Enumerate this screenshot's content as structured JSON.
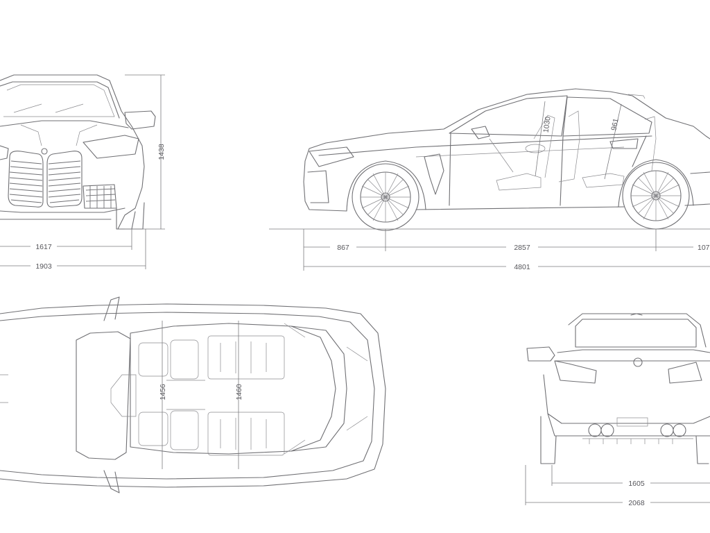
{
  "dimensions": {
    "front_track": "1617",
    "front_width": "1903",
    "height": "1438",
    "front_overhang": "867",
    "wheelbase": "2857",
    "rear_overhang": "107",
    "length": "4801",
    "front_cabin_height": "1030",
    "rear_cabin_height": "961",
    "front_shoulder_width": "1456",
    "rear_shoulder_width": "1460",
    "rear_track": "1605",
    "rear_width": "2068"
  }
}
